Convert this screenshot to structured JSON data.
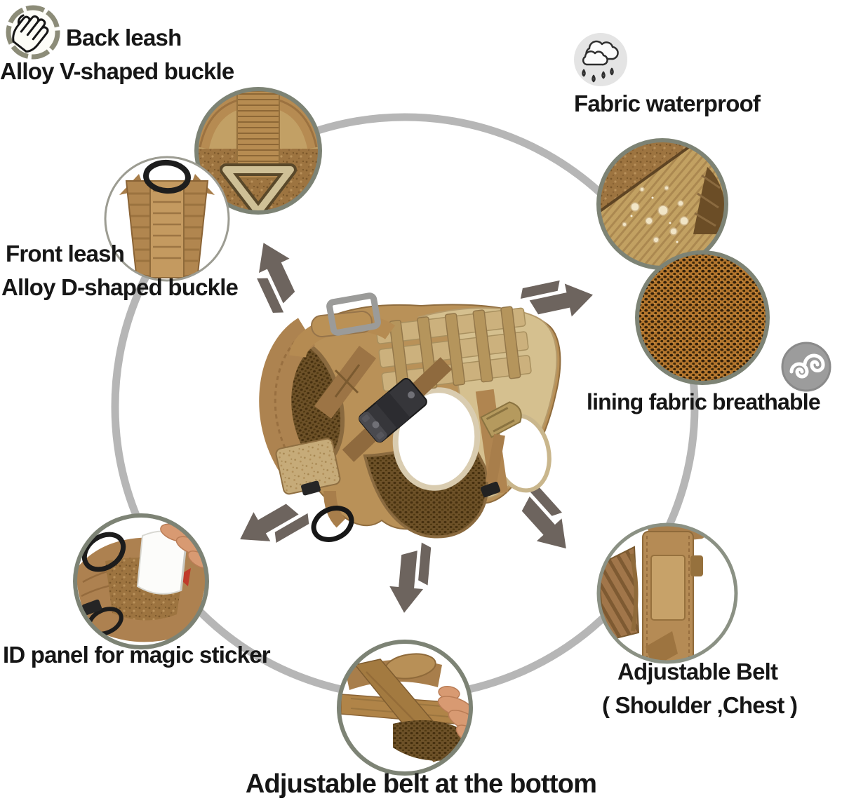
{
  "labels": {
    "back_leash_line1": "Back leash",
    "back_leash_line2": "Alloy V-shaped buckle",
    "front_leash_line1": "Front leash",
    "front_leash_line2": "Alloy D-shaped buckle",
    "fabric_waterproof": "Fabric waterproof",
    "lining_breathable": "lining fabric breathable",
    "id_panel": "ID panel for magic sticker",
    "adjustable_belt_line1": "Adjustable Belt",
    "adjustable_belt_line2": "( Shoulder ,Chest )",
    "bottom_belt": "Adjustable belt at the bottom"
  },
  "icons": {
    "hand": "hand-icon",
    "rain_cloud": "rain-cloud-icon",
    "wind": "wind-swirl-icon"
  },
  "colors": {
    "text": "#161616",
    "ring_gray": "#b6b6b6",
    "arrow_gray": "#6d645e",
    "inset_border": "#7d8375",
    "coyote_tan": "#b99158",
    "light_panel": "#d5c08f",
    "mesh_brown": "#6d5128",
    "breathable_mesh": "#b5772e",
    "skin_tone": "#d89a72",
    "metal_gray": "#9b9b99",
    "buckle_black": "#36363a",
    "red_tab": "#c03a2b"
  }
}
